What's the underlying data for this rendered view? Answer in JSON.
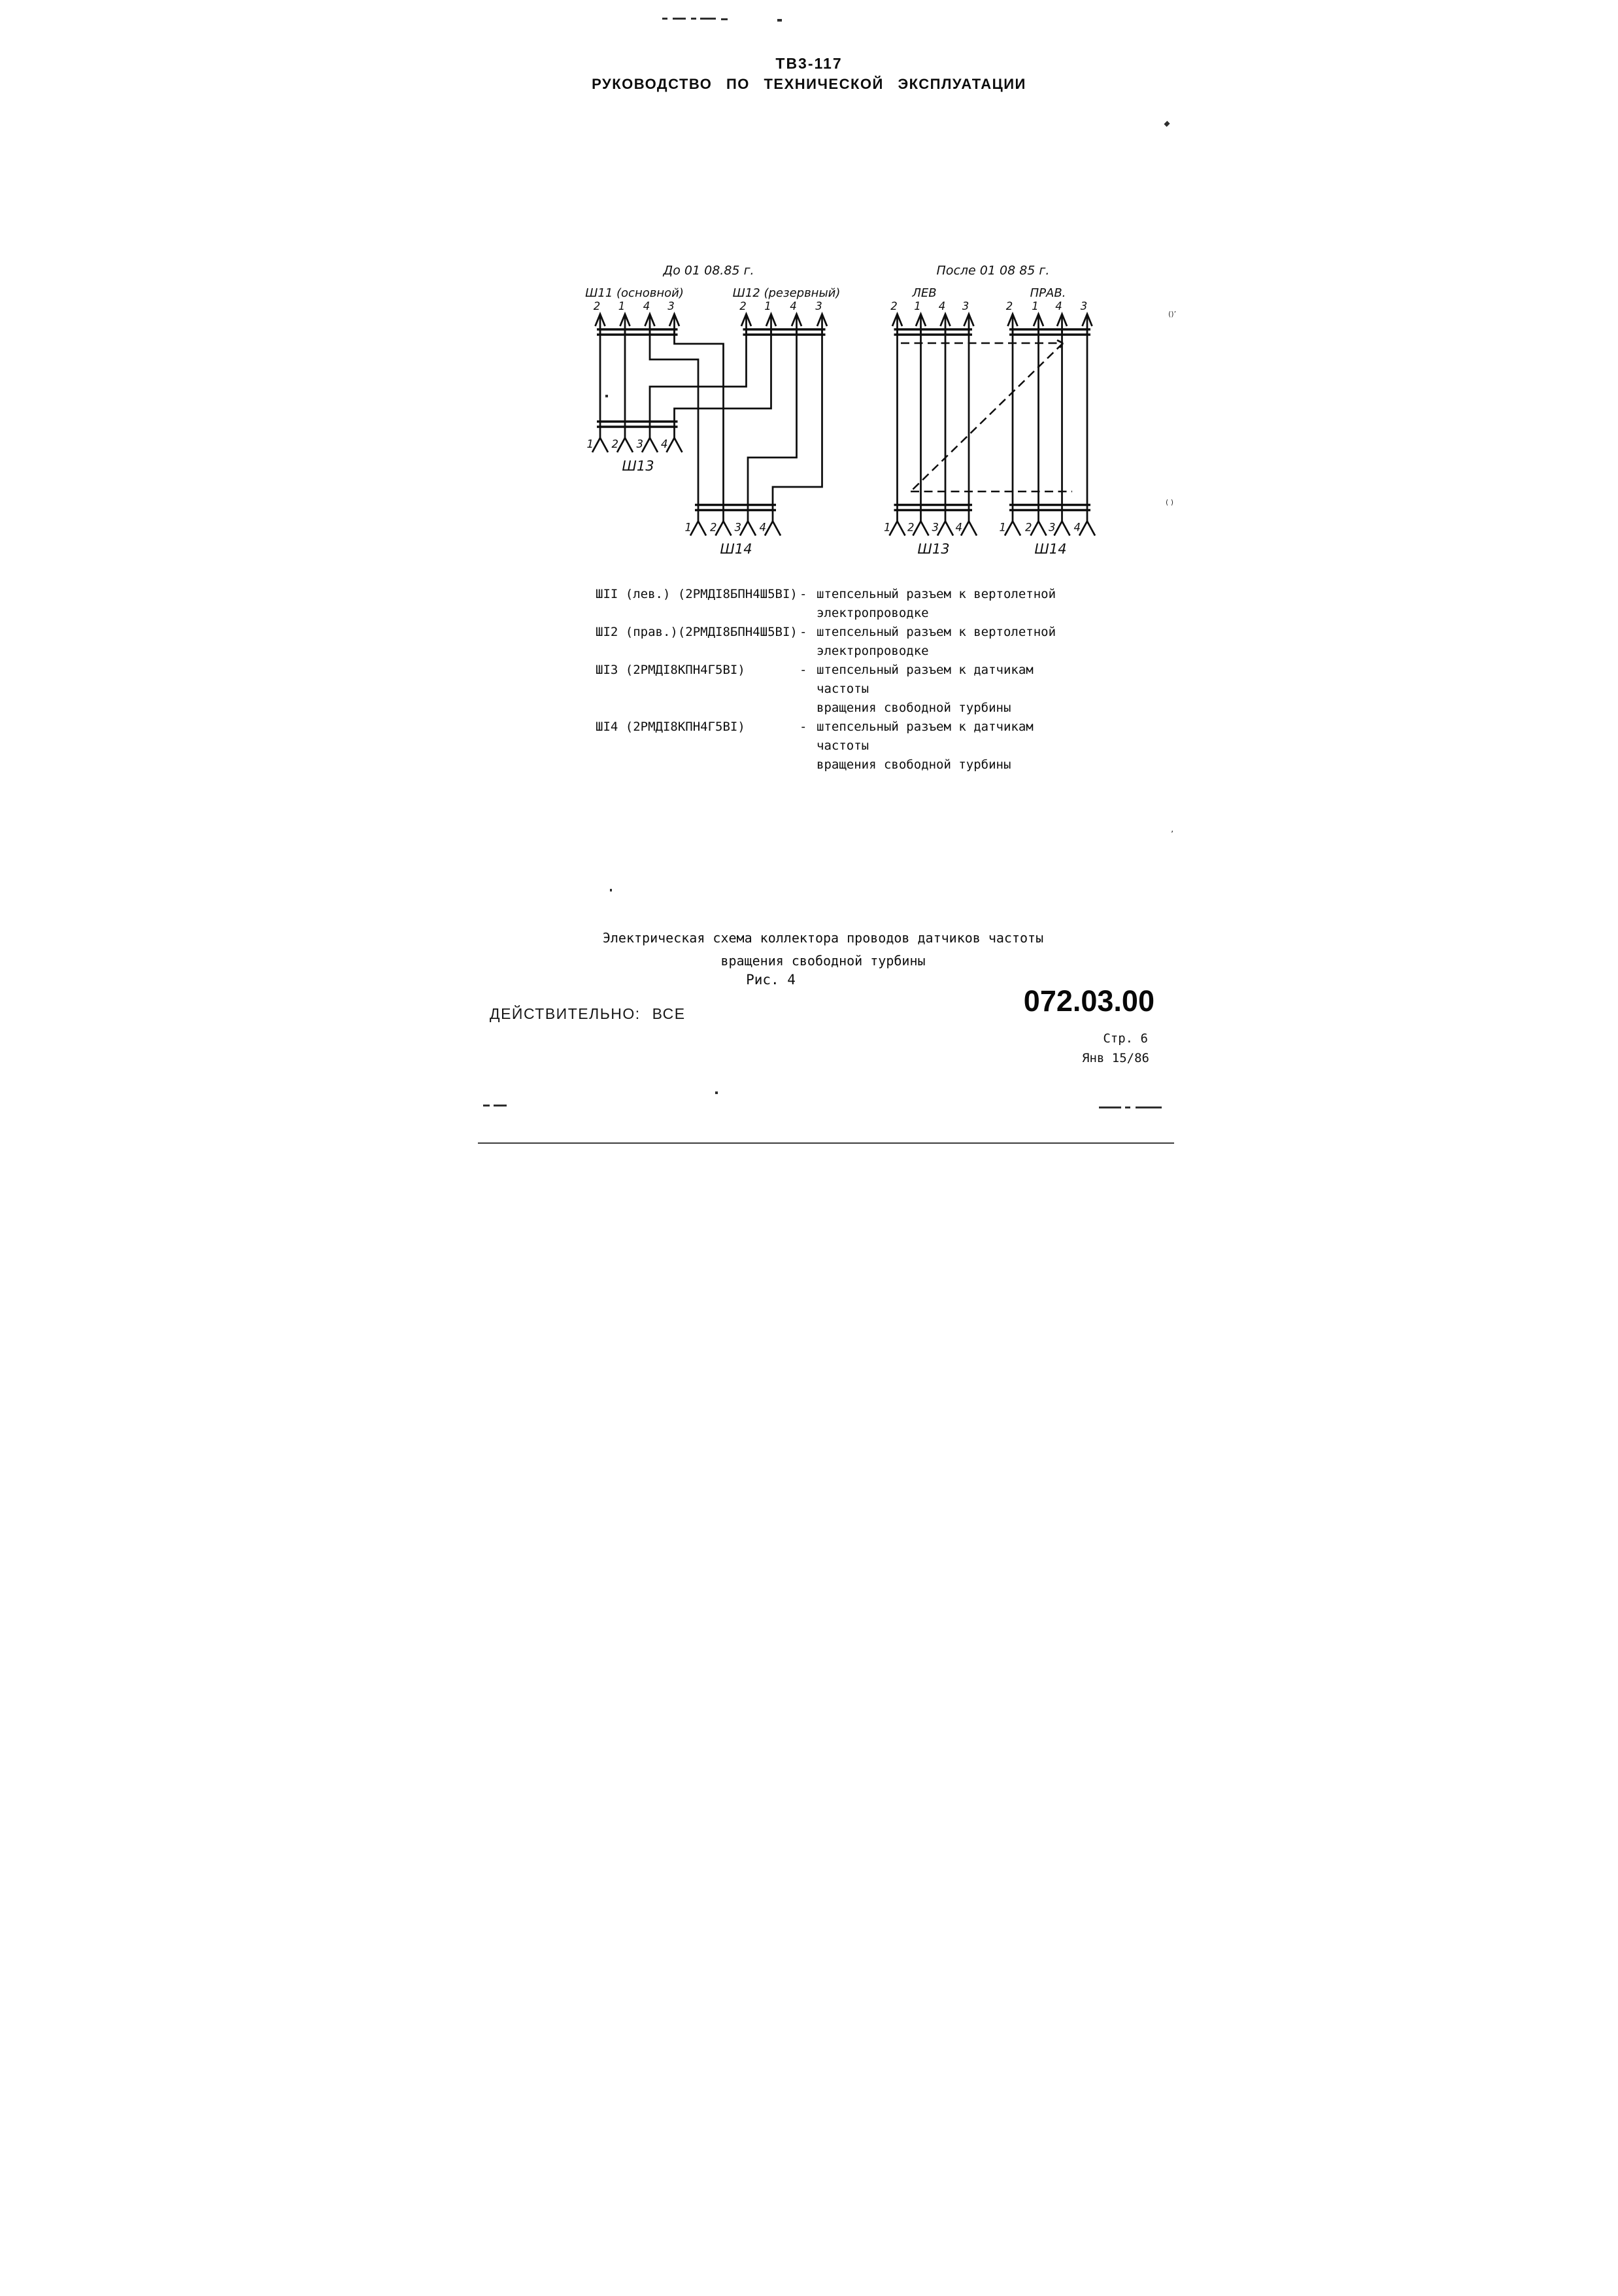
{
  "header": {
    "model": "ТВ3-117",
    "title": "РУКОВОДСТВО ПО ТЕХНИЧЕСКОЙ ЭКСПЛУАТАЦИИ"
  },
  "diagram": {
    "before": {
      "title": "До 01 08.85 г.",
      "connector_main": "Ш11 (основной)",
      "connector_reserve": "Ш12 (резервный)",
      "bottom_left": "Ш13",
      "bottom_right": "Ш14"
    },
    "after": {
      "title": "После 01 08 85 г.",
      "left_label": "ЛЕВ",
      "right_label": "ПРАВ.",
      "bottom_left": "Ш13",
      "bottom_right": "Ш14"
    },
    "top_pin_order": [
      "2",
      "1",
      "4",
      "3"
    ],
    "bottom_pin_order": [
      "1",
      "2",
      "3",
      "4"
    ]
  },
  "legend": {
    "dash": "-",
    "items": [
      {
        "code": "ШII (лев.) (2РМДI8БПН4Ш5ВI)",
        "desc1": "штепсельный разъем к вертолетной",
        "desc2": "электропроводке"
      },
      {
        "code": "ШI2 (прав.)(2РМДI8БПН4Ш5ВI)",
        "desc1": "штепсельный разъем к вертолетной",
        "desc2": "электропроводке"
      },
      {
        "code": "ШI3 (2РМДI8КПН4Г5ВI)",
        "desc1": "штепсельный разъем к датчикам частоты",
        "desc2": "вращения свободной турбины"
      },
      {
        "code": "ШI4 (2РМДI8КПН4Г5ВI)",
        "desc1": "штепсельный разъем к датчикам частоты",
        "desc2": "вращения свободной турбины"
      }
    ]
  },
  "caption": {
    "line1": "Электрическая схема коллектора проводов датчиков частоты",
    "line2": "вращения свободной турбины",
    "figure": "Рис. 4"
  },
  "footer": {
    "validity": "ДЕЙСТВИТЕЛЬНО: ВСЕ",
    "ata_code": "072.03.00",
    "page_label": "Стр. 6",
    "date_label": "Янв 15/86"
  }
}
